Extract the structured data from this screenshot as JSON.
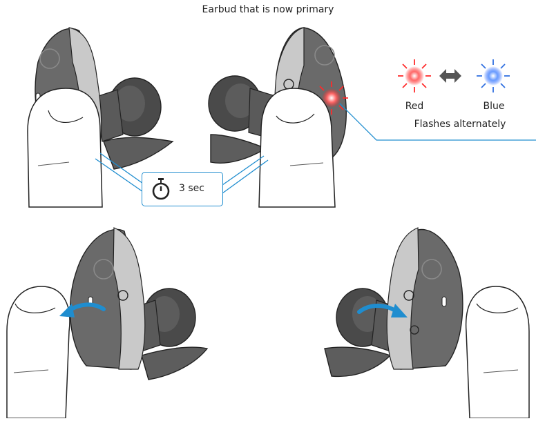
{
  "title": "Earbud that is now primary",
  "timer": {
    "label": "3 sec",
    "icon": "stopwatch-icon"
  },
  "led": {
    "red_label": "Red",
    "blue_label": "Blue",
    "status": "Flashes alternately",
    "red_color": "#ff3b3b",
    "blue_color": "#3a7be6",
    "arrow_icon": "double-arrow-icon"
  },
  "colors": {
    "callout": "#1f8dcf",
    "earbud_dark": "#6a6a6a",
    "earbud_light": "#c9c9c9",
    "eartip": "#4a4a4a",
    "swipe_arrow": "#1f8dcf"
  }
}
